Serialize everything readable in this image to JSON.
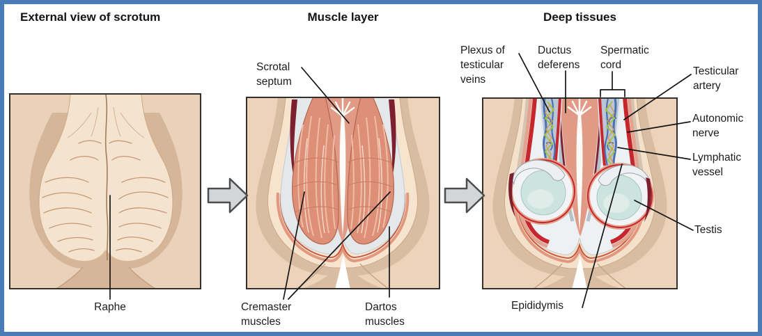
{
  "titles": {
    "external": "External view of scrotum",
    "muscle": "Muscle layer",
    "deep": "Deep tissues"
  },
  "labels": {
    "raphe": "Raphe",
    "scrotal_septum": "Scrotal\nseptum",
    "cremaster_muscles": "Cremaster\nmuscles",
    "dartos_muscles": "Dartos\nmuscles",
    "plexus_veins": "Plexus of\ntesticular\nveins",
    "ductus_deferens": "Ductus\ndeferens",
    "spermatic_cord": "Spermatic\ncord",
    "testicular_artery": "Testicular\nartery",
    "autonomic_nerve": "Autonomic\nnerve",
    "lymphatic_vessel": "Lymphatic\nvessel",
    "testis": "Testis",
    "epididymis": "Epididymis"
  },
  "colors": {
    "frame_blue": "#4a7cb8",
    "panel_border": "#33302c",
    "skin_background": "#ecd3ba",
    "skin_shadow": "#d9bda2",
    "skin_light": "#f5e3ce",
    "fascia_white": "#e9edf0",
    "muscle_salmon": "#dd8f78",
    "deep_red_crevice": "#8d2636",
    "artery_red": "#c5272d",
    "vein_blue": "#4a71b3",
    "nerve_green": "#a9c33f",
    "lymph_orange": "#d79a55",
    "testis_teal": "#cde4de",
    "arrow_gray": "#d3d6d9",
    "leader_line": "#151515"
  }
}
